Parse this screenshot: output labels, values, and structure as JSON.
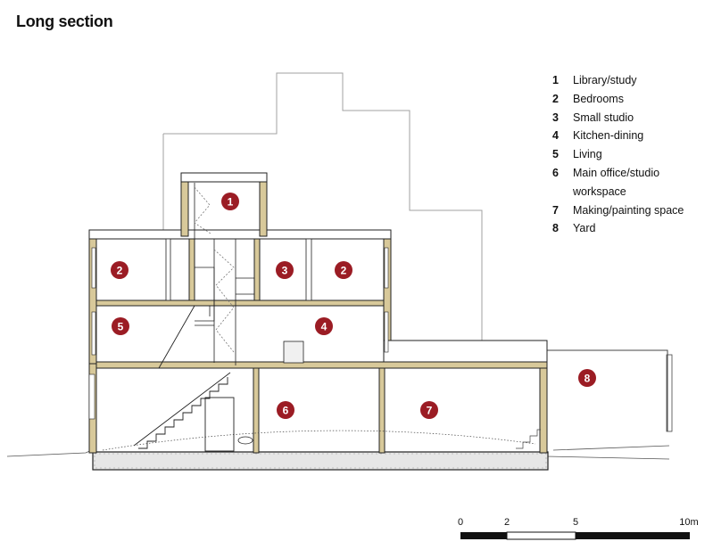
{
  "title": "Long section",
  "legend": [
    {
      "num": "1",
      "label": "Library/study"
    },
    {
      "num": "2",
      "label": "Bedrooms"
    },
    {
      "num": "3",
      "label": "Small studio"
    },
    {
      "num": "4",
      "label": "Kitchen-dining"
    },
    {
      "num": "5",
      "label": "Living"
    },
    {
      "num": "6",
      "label": "Main office/studio",
      "label2": "workspace"
    },
    {
      "num": "7",
      "label": "Making/painting space"
    },
    {
      "num": "8",
      "label": "Yard"
    }
  ],
  "markers": {
    "library": "1",
    "bedroom_left": "2",
    "bedroom_right": "2",
    "small_studio": "3",
    "kitchen": "4",
    "living": "5",
    "office": "6",
    "making": "7",
    "yard": "8"
  },
  "scale_bar": {
    "labels": [
      "0",
      "2",
      "5",
      "10m"
    ]
  },
  "colors": {
    "marker": "#9b1c24",
    "wall": "#d8c99a",
    "outline": "#222222",
    "neighbour": "#9a9a9a"
  }
}
